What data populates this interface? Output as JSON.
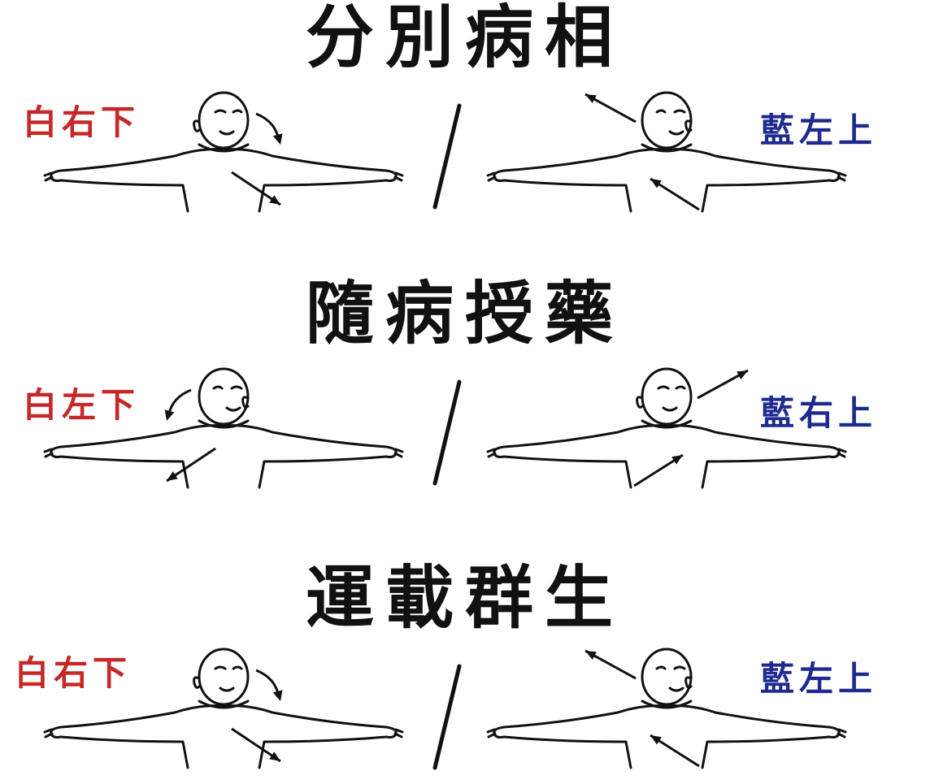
{
  "colors": {
    "red_label": "#c62828",
    "blue_label": "#1f2a8f",
    "ink": "#111111"
  },
  "sections": [
    {
      "heading": "分別病相",
      "left_label": "白右下",
      "right_label": "藍左上"
    },
    {
      "heading": "隨病授藥",
      "left_label": "白左下",
      "right_label": "藍右上"
    },
    {
      "heading": "運載群生",
      "left_label": "白右下",
      "right_label": "藍左上"
    }
  ],
  "icons": [
    "figure-outstretched-arms",
    "motion-arrow",
    "divider-slash"
  ]
}
